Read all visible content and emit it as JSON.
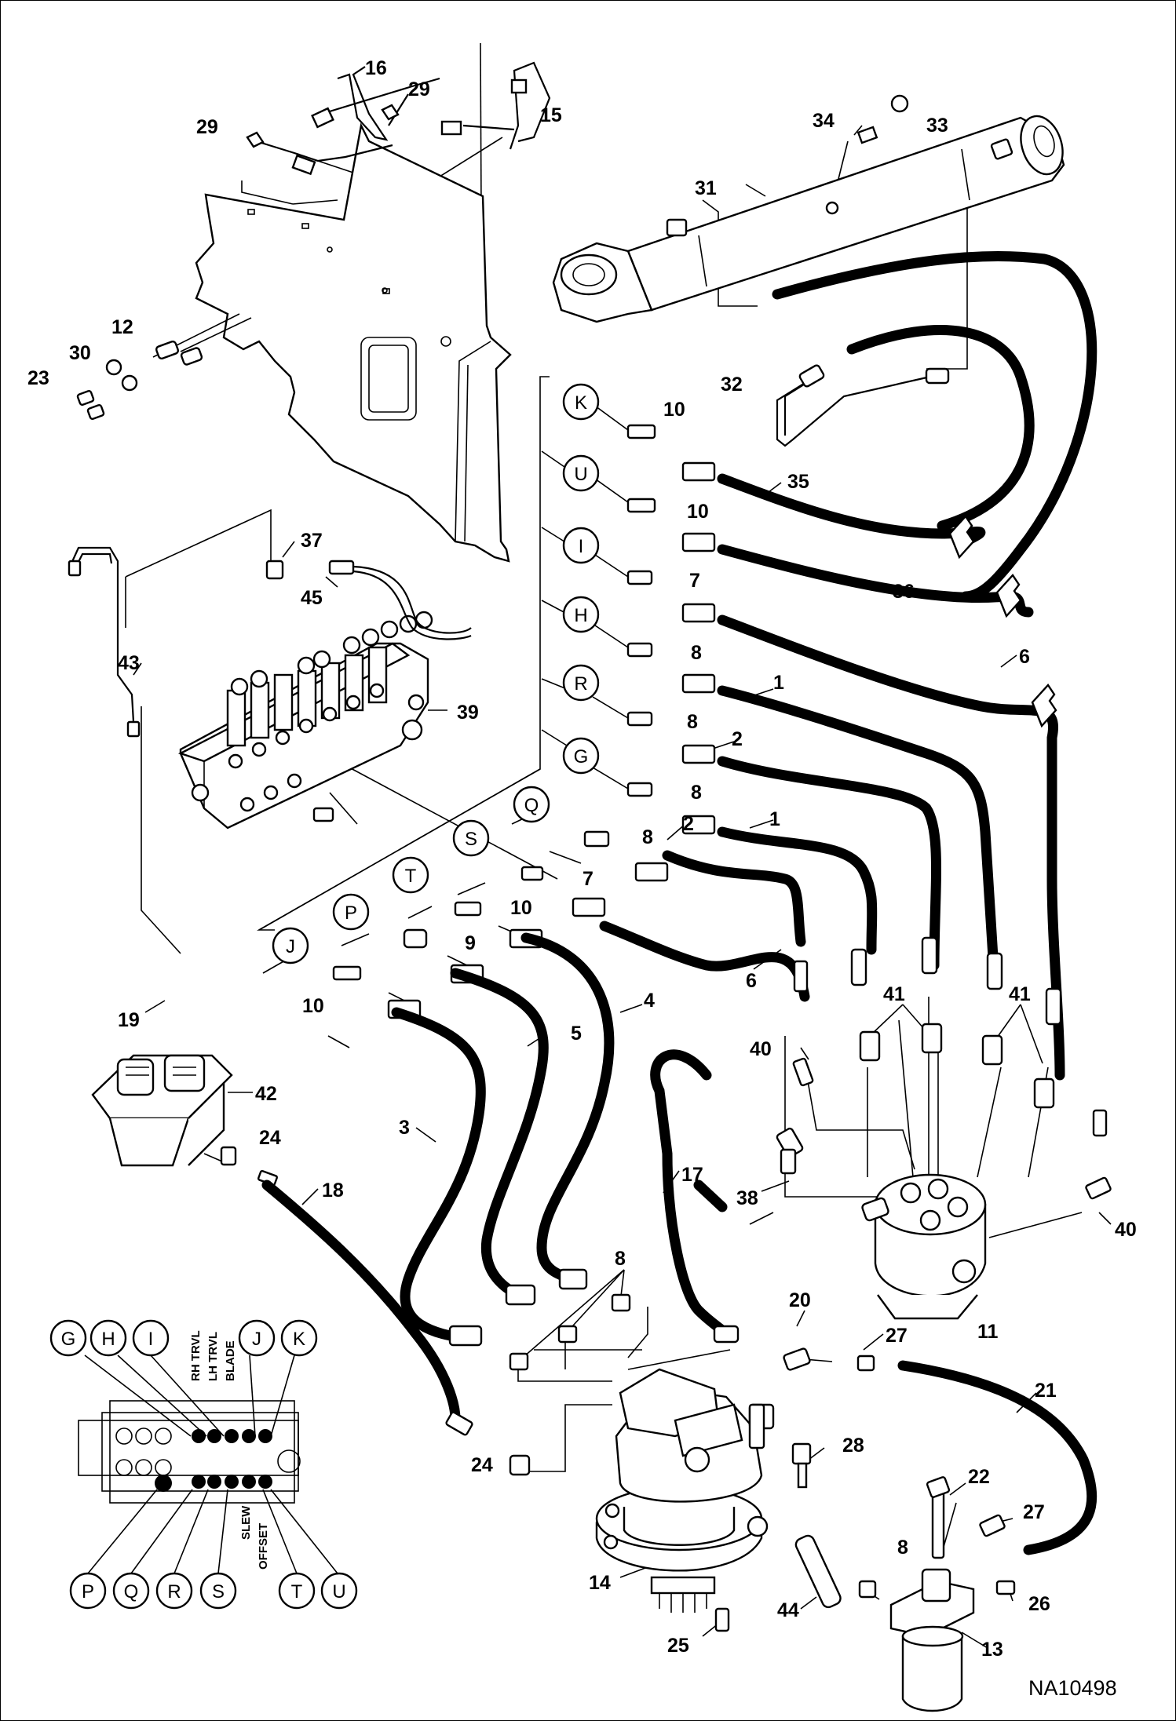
{
  "drawing_code": "NA10498",
  "callouts": [
    {
      "id": "c16",
      "text": "16"
    },
    {
      "id": "c29a",
      "text": "29"
    },
    {
      "id": "c29b",
      "text": "29"
    },
    {
      "id": "c15",
      "text": "15"
    },
    {
      "id": "c34",
      "text": "34"
    },
    {
      "id": "c33",
      "text": "33"
    },
    {
      "id": "c31",
      "text": "31"
    },
    {
      "id": "c12",
      "text": "12"
    },
    {
      "id": "c30",
      "text": "30"
    },
    {
      "id": "c23",
      "text": "23"
    },
    {
      "id": "c32",
      "text": "32"
    },
    {
      "id": "c10a",
      "text": "10"
    },
    {
      "id": "c35",
      "text": "35"
    },
    {
      "id": "c10b",
      "text": "10"
    },
    {
      "id": "c7a",
      "text": "7"
    },
    {
      "id": "c36",
      "text": "36"
    },
    {
      "id": "c37",
      "text": "37"
    },
    {
      "id": "c45",
      "text": "45"
    },
    {
      "id": "c8a",
      "text": "8"
    },
    {
      "id": "c6a",
      "text": "6"
    },
    {
      "id": "c43",
      "text": "43"
    },
    {
      "id": "c1a",
      "text": "1"
    },
    {
      "id": "c39",
      "text": "39"
    },
    {
      "id": "c8b",
      "text": "8"
    },
    {
      "id": "c2a",
      "text": "2"
    },
    {
      "id": "c8c",
      "text": "8"
    },
    {
      "id": "c8d",
      "text": "8"
    },
    {
      "id": "c1b",
      "text": "1"
    },
    {
      "id": "c2b",
      "text": "2"
    },
    {
      "id": "c7b",
      "text": "7"
    },
    {
      "id": "c10c",
      "text": "10"
    },
    {
      "id": "c9",
      "text": "9"
    },
    {
      "id": "c6b",
      "text": "6"
    },
    {
      "id": "c4",
      "text": "4"
    },
    {
      "id": "c10d",
      "text": "10"
    },
    {
      "id": "c41a",
      "text": "41"
    },
    {
      "id": "c41b",
      "text": "41"
    },
    {
      "id": "c19",
      "text": "19"
    },
    {
      "id": "c5",
      "text": "5"
    },
    {
      "id": "c40a",
      "text": "40"
    },
    {
      "id": "c42",
      "text": "42"
    },
    {
      "id": "c24a",
      "text": "24"
    },
    {
      "id": "c3",
      "text": "3"
    },
    {
      "id": "c17",
      "text": "17"
    },
    {
      "id": "c38",
      "text": "38"
    },
    {
      "id": "c18",
      "text": "18"
    },
    {
      "id": "c40b",
      "text": "40"
    },
    {
      "id": "c8e",
      "text": "8"
    },
    {
      "id": "c11",
      "text": "11"
    },
    {
      "id": "c20",
      "text": "20"
    },
    {
      "id": "c27a",
      "text": "27"
    },
    {
      "id": "c21",
      "text": "21"
    },
    {
      "id": "c28",
      "text": "28"
    },
    {
      "id": "c24b",
      "text": "24"
    },
    {
      "id": "c22",
      "text": "22"
    },
    {
      "id": "c27b",
      "text": "27"
    },
    {
      "id": "c8f",
      "text": "8"
    },
    {
      "id": "c14",
      "text": "14"
    },
    {
      "id": "c44",
      "text": "44"
    },
    {
      "id": "c26",
      "text": "26"
    },
    {
      "id": "c25",
      "text": "25"
    },
    {
      "id": "c13",
      "text": "13"
    }
  ],
  "port_letters": [
    {
      "id": "pK",
      "text": "K"
    },
    {
      "id": "pU",
      "text": "U"
    },
    {
      "id": "pI",
      "text": "I"
    },
    {
      "id": "pH",
      "text": "H"
    },
    {
      "id": "pR",
      "text": "R"
    },
    {
      "id": "pG",
      "text": "G"
    },
    {
      "id": "pQ",
      "text": "Q"
    },
    {
      "id": "pS",
      "text": "S"
    },
    {
      "id": "pT",
      "text": "T"
    },
    {
      "id": "pP",
      "text": "P"
    },
    {
      "id": "pJ",
      "text": "J"
    }
  ],
  "inset": {
    "top_letters": [
      "G",
      "H",
      "I",
      "J",
      "K"
    ],
    "bottom_letters": [
      "P",
      "Q",
      "R",
      "S",
      "T",
      "U"
    ],
    "function_labels": {
      "rh_travel": "RH TRVL",
      "lh_travel": "LH TRVL",
      "blade": "BLADE",
      "slew": "SLEW",
      "offset": "OFFSET"
    }
  }
}
